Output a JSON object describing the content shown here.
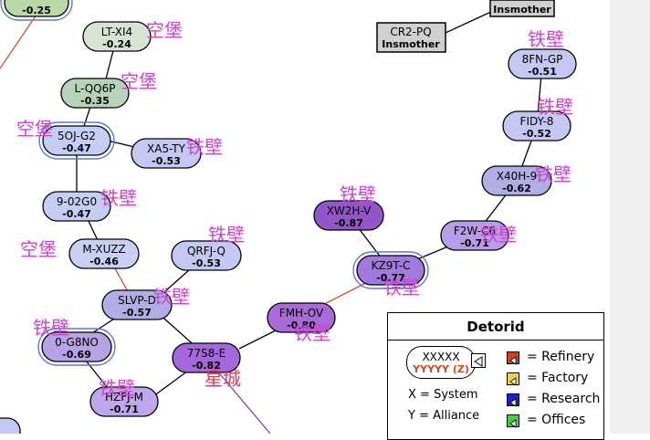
{
  "nodes": [
    {
      "id": "top",
      "name": "",
      "value": "-0.25",
      "fill": "#b8d8a8",
      "ring": true
    },
    {
      "id": "ltx",
      "name": "LT-XI4",
      "value": "-0.24",
      "fill": "#d8e4d2"
    },
    {
      "id": "lqq",
      "name": "L-QQ6P",
      "value": "-0.35",
      "fill": "#b8d4b8"
    },
    {
      "id": "5oj",
      "name": "5OJ-G2",
      "value": "-0.47",
      "fill": "#c4cef4",
      "ring": true
    },
    {
      "id": "xa5",
      "name": "XA5-TY",
      "value": "-0.53",
      "fill": "#c4c8f2"
    },
    {
      "id": "902",
      "name": "9-02G0",
      "value": "-0.47",
      "fill": "#c4cef4"
    },
    {
      "id": "mxu",
      "name": "M-XUZZ",
      "value": "-0.46",
      "fill": "#c8d0f4"
    },
    {
      "id": "qrf",
      "name": "QRFJ-Q",
      "value": "-0.53",
      "fill": "#c4c8f2"
    },
    {
      "id": "slv",
      "name": "SLVP-D",
      "value": "-0.57",
      "fill": "#b0aee4"
    },
    {
      "id": "0g8",
      "name": "0-G8NO",
      "value": "-0.69",
      "fill": "#b8a2e6",
      "ring": true
    },
    {
      "id": "hzf",
      "name": "HZFJ-M",
      "value": "-0.71",
      "fill": "#c0a6ea"
    },
    {
      "id": "77s",
      "name": "77S8-E",
      "value": "-0.82",
      "fill": "#a468dc"
    },
    {
      "id": "fmh",
      "name": "FMH-OV",
      "value": "-0.80",
      "fill": "#a86ad8"
    },
    {
      "id": "xw2",
      "name": "XW2H-V",
      "value": "-0.87",
      "fill": "#9256c8"
    },
    {
      "id": "kz9",
      "name": "KZ9T-C",
      "value": "-0.77",
      "fill": "#a07ade",
      "ring": true
    },
    {
      "id": "f2w",
      "name": "F2W-C6",
      "value": "-0.71",
      "fill": "#b89ce8"
    },
    {
      "id": "x40",
      "name": "X40H-9",
      "value": "-0.62",
      "fill": "#b0aee4"
    },
    {
      "id": "fid",
      "name": "FIDY-8",
      "value": "-0.52",
      "fill": "#c4c8f2"
    },
    {
      "id": "8fn",
      "name": "8FN-GP",
      "value": "-0.51",
      "fill": "#c4c8f2"
    }
  ],
  "boxes": [
    {
      "id": "cr2",
      "name": "CR2-PQ",
      "alliance": "Insmother"
    },
    {
      "id": "ins",
      "name": "",
      "alliance": "Insmother"
    }
  ],
  "overlay_labels": [
    {
      "text": "空堡",
      "style": "cjk"
    },
    {
      "text": "空堡",
      "style": "cjk"
    },
    {
      "text": "空堡",
      "style": "cjk"
    },
    {
      "text": "铁壁",
      "style": "cjk"
    },
    {
      "text": "铁壁",
      "style": "cjk"
    },
    {
      "text": "空堡",
      "style": "cjk"
    },
    {
      "text": "铁壁",
      "style": "cjk"
    },
    {
      "text": "铁壁",
      "style": "cjk"
    },
    {
      "text": "铁壁",
      "style": "cjk"
    },
    {
      "text": "铁壁",
      "style": "cjk"
    },
    {
      "text": "铁壁",
      "style": "cjk"
    },
    {
      "text": "星城",
      "style": "cjk-red"
    },
    {
      "text": "铁壁",
      "style": "cjk"
    },
    {
      "text": "铁壁",
      "style": "cjk"
    },
    {
      "text": "铁壁",
      "style": "cjk"
    },
    {
      "text": "铁壁",
      "style": "cjk"
    },
    {
      "text": "铁壁",
      "style": "cjk"
    },
    {
      "text": "铁壁",
      "style": "cjk"
    },
    {
      "text": "铁壁",
      "style": "cjk"
    }
  ],
  "legend": {
    "title": "Detorid",
    "sample_name": "XXXXX",
    "sample_alliance": "YYYYY (Z)",
    "key_system": "X  = System",
    "key_alliance": "Y  = Alliance",
    "items": [
      {
        "label": "= Refinery",
        "color": "#d04020",
        "icon": "refinery-icon"
      },
      {
        "label": "= Factory",
        "color": "#e8d840",
        "icon": "factory-icon"
      },
      {
        "label": "= Research",
        "color": "#2020cc",
        "icon": "research-icon"
      },
      {
        "label": "= Offices",
        "color": "#40d040",
        "icon": "offices-icon"
      }
    ]
  }
}
